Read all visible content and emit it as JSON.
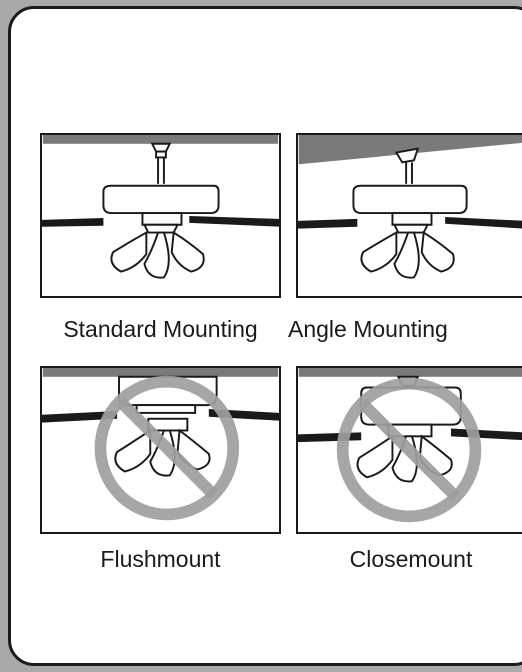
{
  "panels": [
    {
      "caption": "Standard Mounting",
      "mount": "downrod",
      "allowed": true
    },
    {
      "caption": "Angle Mounting",
      "mount": "angled",
      "allowed": true
    },
    {
      "caption": "Flushmount",
      "mount": "flush",
      "allowed": false
    },
    {
      "caption": "Closemount",
      "mount": "close",
      "allowed": false
    }
  ],
  "colors": {
    "background": "#a9a9a9",
    "outline": "#1a1a1a",
    "ceiling": "#7a7a7a",
    "prohibition": "#9e9e9e"
  }
}
